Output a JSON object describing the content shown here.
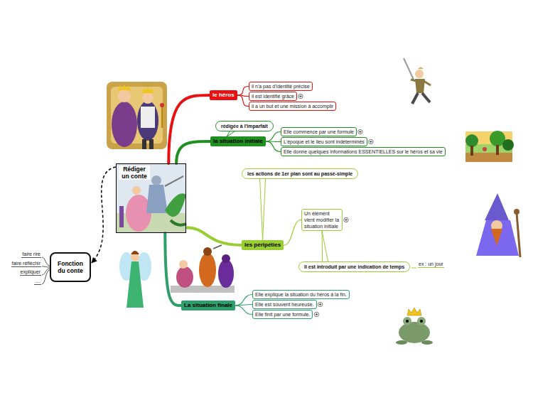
{
  "diagram": {
    "nodes": [
      {
        "text": [
          "Rédiger un conte"
        ]
      },
      {
        "text": [
          "le héros"
        ]
      },
      {
        "text": [
          "il n'a pas d'identité précise"
        ]
      },
      {
        "text": [
          "il est identifié grâce"
        ]
      },
      {
        "text": [
          "il a un but et une mission à accomplir"
        ]
      },
      {
        "text": [
          "la situation initiale"
        ]
      },
      {
        "text": [
          "rédigée à l'imparfait"
        ]
      },
      {
        "text": [
          "Elle commence par une formule"
        ]
      },
      {
        "text": [
          "L'époque et le lieu sont indéterminés"
        ]
      },
      {
        "text": [
          "Elle donne quelques informations ESSENTIELLES sur le héros et sa vie"
        ]
      },
      {
        "text": [
          "les péripéties"
        ]
      },
      {
        "text": [
          "les actions de 1er plan sont au passé-simple"
        ]
      },
      {
        "text": [
          "Un élément vient modifier la situation initiale"
        ]
      },
      {
        "text": [
          "Il est introduit par une indication de temps"
        ]
      },
      {
        "text": [
          "La situation finale"
        ]
      },
      {
        "text": [
          "Elle explique la situation du héros à la fin."
        ]
      },
      {
        "text": [
          "Elle est souvent heureuse."
        ]
      },
      {
        "text": [
          "Elle finit par une formule."
        ]
      },
      {
        "text": [
          "Fonction du conte"
        ]
      }
    ],
    "edges": [
      {
        "from": 0,
        "to": 1,
        "arrow": "none"
      },
      {
        "from": 0,
        "to": 5,
        "arrow": "none"
      },
      {
        "from": 0,
        "to": 10,
        "arrow": "none"
      },
      {
        "from": 0,
        "to": 14,
        "arrow": "none"
      },
      {
        "from": 1,
        "to": 2,
        "arrow": "none"
      },
      {
        "from": 1,
        "to": 3,
        "arrow": "none"
      },
      {
        "from": 1,
        "to": 4,
        "arrow": "none"
      },
      {
        "from": 6,
        "to": 5,
        "arrow": "none"
      },
      {
        "from": 5,
        "to": 7,
        "arrow": "none"
      },
      {
        "from": 5,
        "to": 8,
        "arrow": "none"
      },
      {
        "from": 5,
        "to": 9,
        "arrow": "none"
      },
      {
        "from": 11,
        "to": 10,
        "arrow": "none"
      },
      {
        "from": 10,
        "to": 12,
        "arrow": "none"
      },
      {
        "from": 13,
        "to": 12,
        "arrow": "none"
      },
      {
        "from": 14,
        "to": 15,
        "arrow": "none"
      },
      {
        "from": 14,
        "to": 16,
        "arrow": "none"
      },
      {
        "from": 14,
        "to": 17,
        "arrow": "none"
      },
      {
        "from": 0,
        "to": 18,
        "arrow": "to"
      }
    ],
    "labels": [
      "faire rire",
      "faire réfléchir",
      "expliquer",
      "....",
      "ex : un jour"
    ]
  }
}
